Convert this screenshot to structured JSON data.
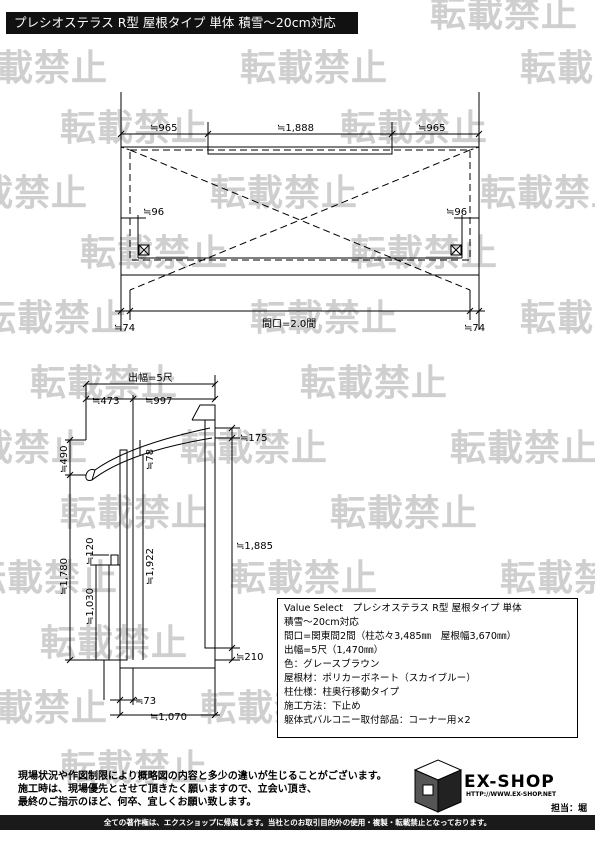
{
  "header": {
    "title": "プレシオステラス R型 屋根タイプ 単体 積雪～20cm対応"
  },
  "watermark": {
    "text": "転載禁止"
  },
  "plan": {
    "dim_left": "≒965",
    "dim_center": "≒1,888",
    "dim_right": "≒965",
    "dim_inner_left": "≒96",
    "dim_inner_right": "≒96",
    "dim_bottom_left": "≒74",
    "dim_bottom_right": "≒74",
    "opening": "間口=2.0間"
  },
  "side": {
    "depth": "出幅=5尺",
    "dim_473": "≒473",
    "dim_997": "≒997",
    "dim_490": "≒490",
    "dim_78": "≒78",
    "dim_175": "≒175",
    "dim_1780": "≒1,780",
    "dim_1922": "≒1,922",
    "dim_1885": "≒1,885",
    "dim_120": "≒120",
    "dim_1030": "≒1,030",
    "dim_210": "≒210",
    "dim_73": "≒73",
    "dim_1070": "≒1,070"
  },
  "spec": {
    "line1": "Value Select　プレシオステラス R型 屋根タイプ 単体",
    "line2": "積雪～20cm対応",
    "line3": "間口=関東間2間（柱芯々3,485㎜　屋根幅3,670㎜）",
    "line4": "出幅=5尺（1,470㎜）",
    "line5": "色：グレースブラウン",
    "line6": "屋根材：ポリカーボネート（スカイブルー）",
    "line7": "柱仕様：柱奥行移動タイプ",
    "line8": "施工方法：下止め",
    "line9": "躯体式バルコニー取付部品：コーナー用×2"
  },
  "notes": {
    "line1": "現場状況や作図制限により概略図の内容と多少の違いが生じることがございます。",
    "line2": "施工時は、現場優先とさせて頂きたく願いますので、立会い頂き、",
    "line3": "最終のご指示のほど、何卒、宜しくお願い致します。"
  },
  "brand": {
    "name": "EX-SHOP",
    "url": "HTTP://WWW.EX-SHOP.NET",
    "staff": "担当：堀"
  },
  "footer": {
    "text": "全ての著作権は、エクスショップに帰属します。当社とのお取引目的外の使用・複製・転載禁止となっております。"
  }
}
